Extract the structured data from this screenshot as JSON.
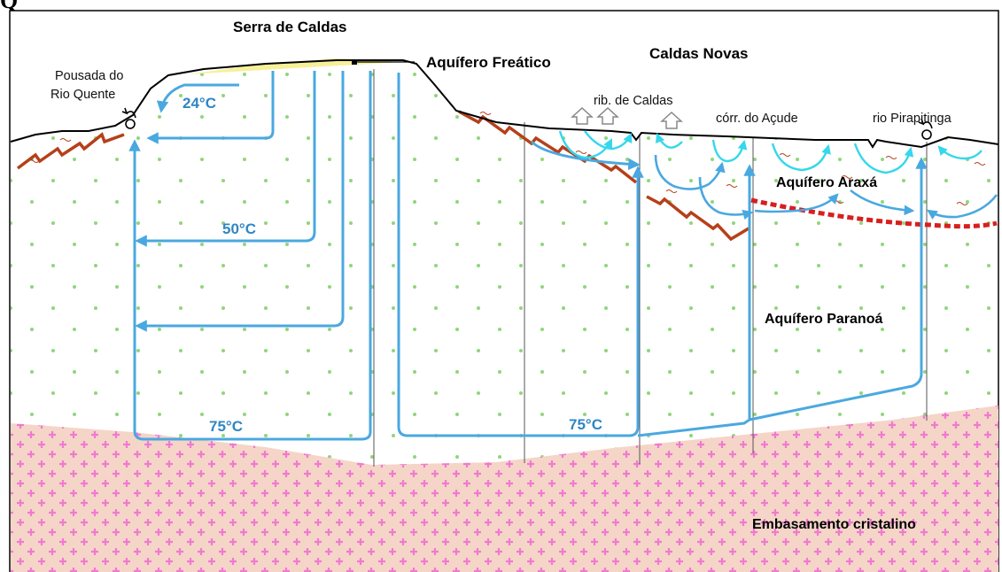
{
  "page_label": "Q",
  "colors": {
    "flow": "#4aa8e0",
    "shallow_flow": "#35d7ec",
    "contact_line": "#b5401a",
    "araxa_boundary": "#d91e1e",
    "basement_fill": "#f5d5c8",
    "basement_cross": "#f07ad0",
    "paranoa_dot": "#8fd67a",
    "phreatic_fill": "#f7f09a"
  },
  "labels": {
    "serra": "Serra de Caldas",
    "caldas_novas": "Caldas Novas",
    "aquifer_freatico": "Aquífero Freático",
    "pousada_line1": "Pousada do",
    "pousada_line2": "Rio Quente",
    "rib_caldas": "rib. de Caldas",
    "corr_acude": "córr. do Açude",
    "rio_pirapitinga": "rio Pirapitinga",
    "aquifer_araxa": "Aquífero Araxá",
    "aquifer_paranoa": "Aquífero Paranoá",
    "embasamento": "Embasamento cristalino",
    "temp_24": "24°C",
    "temp_50": "50°C",
    "temp_75_left": "75°C",
    "temp_75_right": "75°C"
  }
}
